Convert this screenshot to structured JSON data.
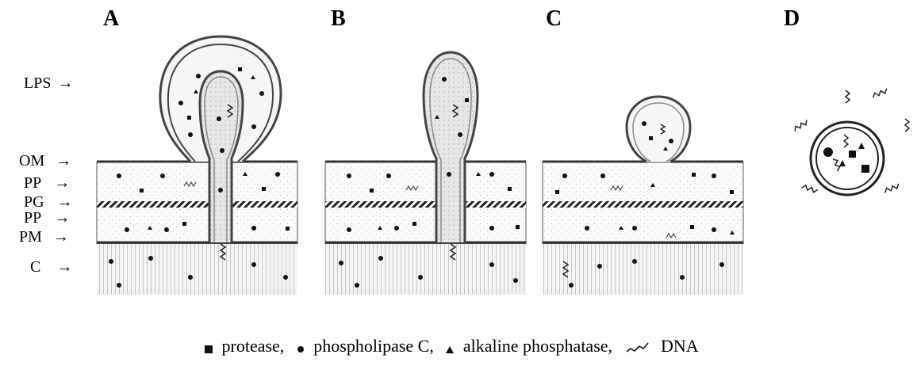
{
  "panels": [
    "A",
    "B",
    "C",
    "D"
  ],
  "layers": {
    "lps": "LPS",
    "om": "OM",
    "pp1": "PP",
    "pg": "PG",
    "pp2": "PP",
    "pm": "PM",
    "c": "C"
  },
  "legend": {
    "protease": "protease,",
    "phospholipase": "phospholipase C,",
    "phosphatase": "alkaline phosphatase,",
    "dna": "DNA"
  }
}
